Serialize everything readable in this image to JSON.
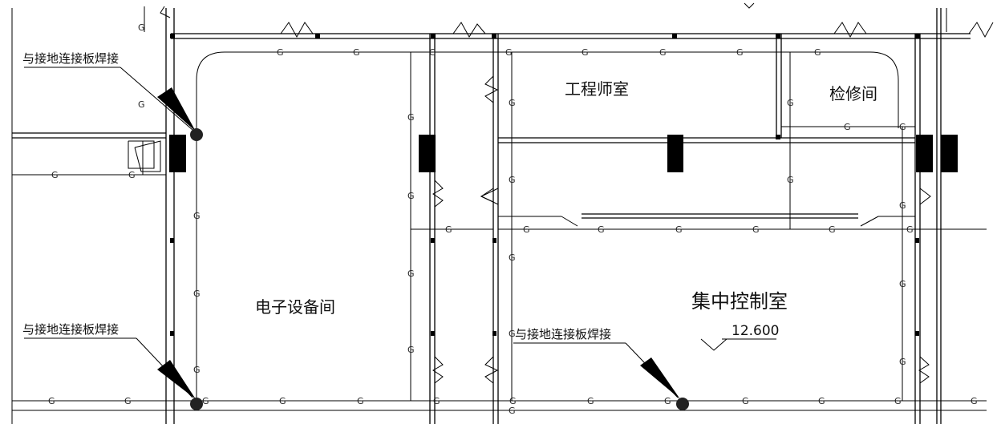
{
  "rooms": {
    "engineer": "工程师室",
    "maintenance": "检修间",
    "electronic": "电子设备间",
    "control": "集中控制室"
  },
  "notes": {
    "weld1": "与接地连接板焊接",
    "weld2": "与接地连接板焊接",
    "weld3": "与接地连接板焊接"
  },
  "elevation": "12.600",
  "grounding_marker": "G",
  "colors": {
    "line": "#000000",
    "background": "#ffffff"
  }
}
